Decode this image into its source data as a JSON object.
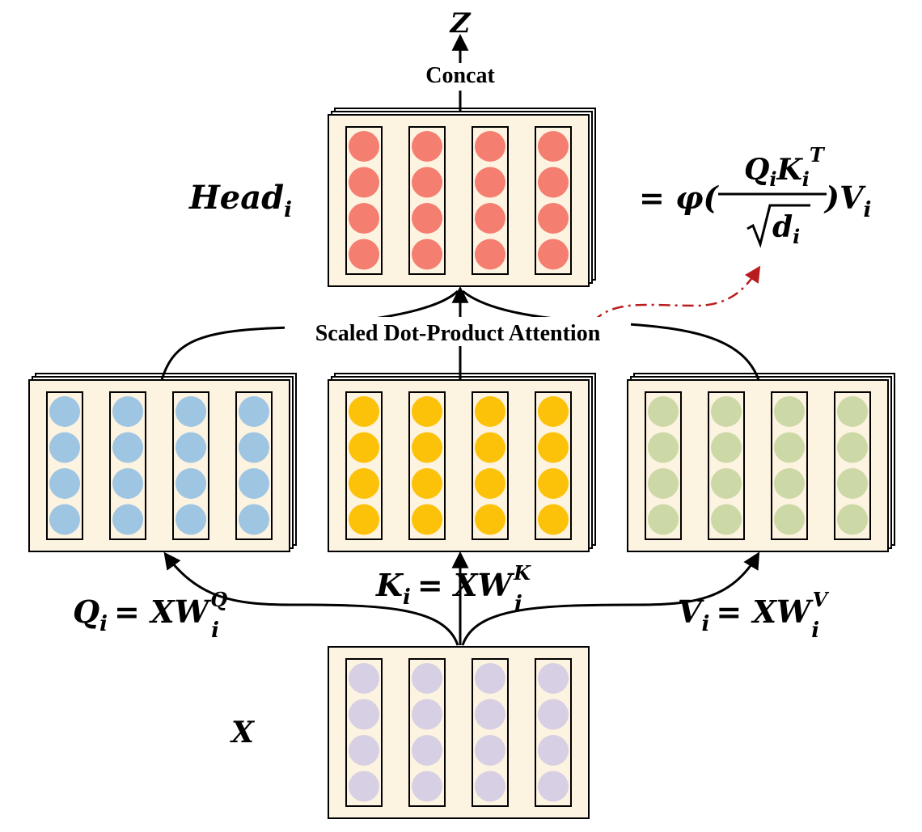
{
  "colors": {
    "panel_fill": "#fdf3e1",
    "line": "#000000",
    "dashed_arrow": "#b91c1c",
    "head": "#f47f70",
    "query": "#9ec5e2",
    "key": "#fcc20a",
    "value": "#cdd8a7",
    "input": "#d7cfe4"
  },
  "labels": {
    "z": "Z",
    "concat": "Concat",
    "attention": "Scaled Dot-Product Attention",
    "head_base": "Head",
    "head_sub": "i",
    "x": "X",
    "formula": {
      "lead": "= φ(",
      "num_q": "Q",
      "num_qsub": "i",
      "num_k": "K",
      "num_ksub": "i",
      "num_ksup": "T",
      "den_d": "d",
      "den_dsub": "i",
      "tail": ")V",
      "tail_sub": "i"
    },
    "q_eq": {
      "lhs": "Q",
      "lhs_sub": "i",
      "rhs": "= XW",
      "rhs_sub": "i",
      "rhs_sup": "Q"
    },
    "k_eq": {
      "lhs": "K",
      "lhs_sub": "i",
      "rhs": "= XW",
      "rhs_sub": "i",
      "rhs_sup": "K"
    },
    "v_eq": {
      "lhs": "V",
      "lhs_sub": "i",
      "rhs": "= XW",
      "rhs_sub": "i",
      "rhs_sup": "V"
    }
  },
  "blocks": [
    {
      "id": "head",
      "color_key": "head",
      "stacked": true
    },
    {
      "id": "query",
      "color_key": "query",
      "stacked": true
    },
    {
      "id": "key",
      "color_key": "key",
      "stacked": true
    },
    {
      "id": "value",
      "color_key": "value",
      "stacked": true
    },
    {
      "id": "input",
      "color_key": "input",
      "stacked": false
    }
  ]
}
